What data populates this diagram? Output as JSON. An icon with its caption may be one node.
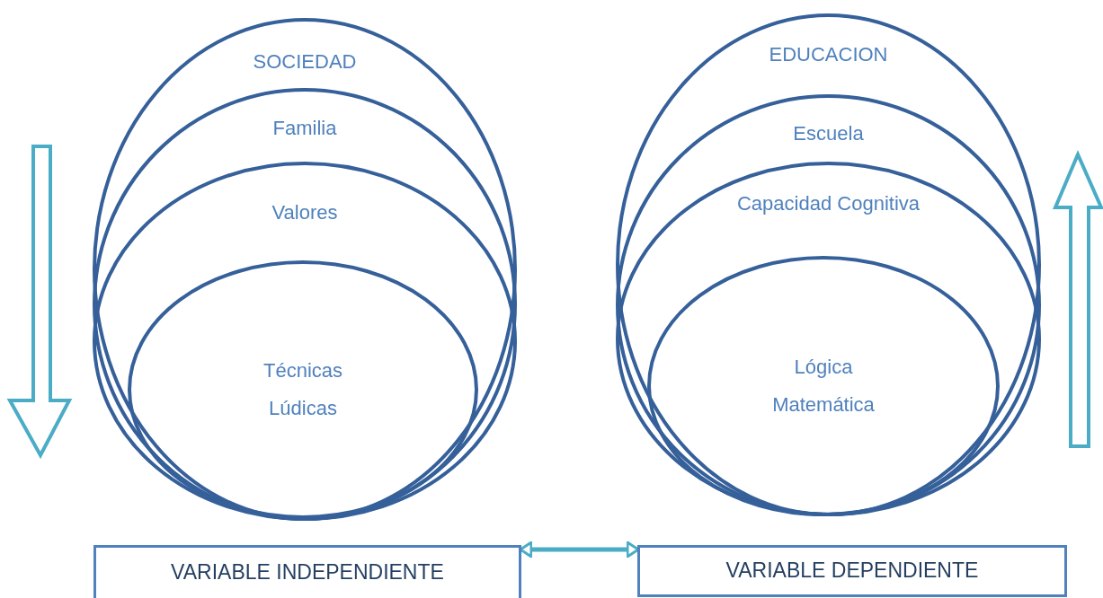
{
  "diagram": {
    "nodes": [
      {
        "text": [
          "SOCIEDAD"
        ]
      },
      {
        "text": [
          "Familia"
        ],
        "in": 0
      },
      {
        "text": [
          "Valores"
        ],
        "in": 1
      },
      {
        "text": [
          "Técnicas Lúdicas"
        ],
        "in": 2
      },
      {
        "text": [
          "EDUCACION"
        ]
      },
      {
        "text": [
          "Escuela"
        ],
        "in": 4
      },
      {
        "text": [
          "Capacidad Cognitiva"
        ],
        "in": 5
      },
      {
        "text": [
          "Lógica Matemática"
        ],
        "in": 6
      },
      {
        "text": [
          "VARIABLE INDEPENDIENTE"
        ]
      },
      {
        "text": [
          "VARIABLE DEPENDIENTE"
        ]
      }
    ],
    "edges": [
      {
        "from": 8,
        "to": 9,
        "arrow": "both"
      }
    ]
  }
}
